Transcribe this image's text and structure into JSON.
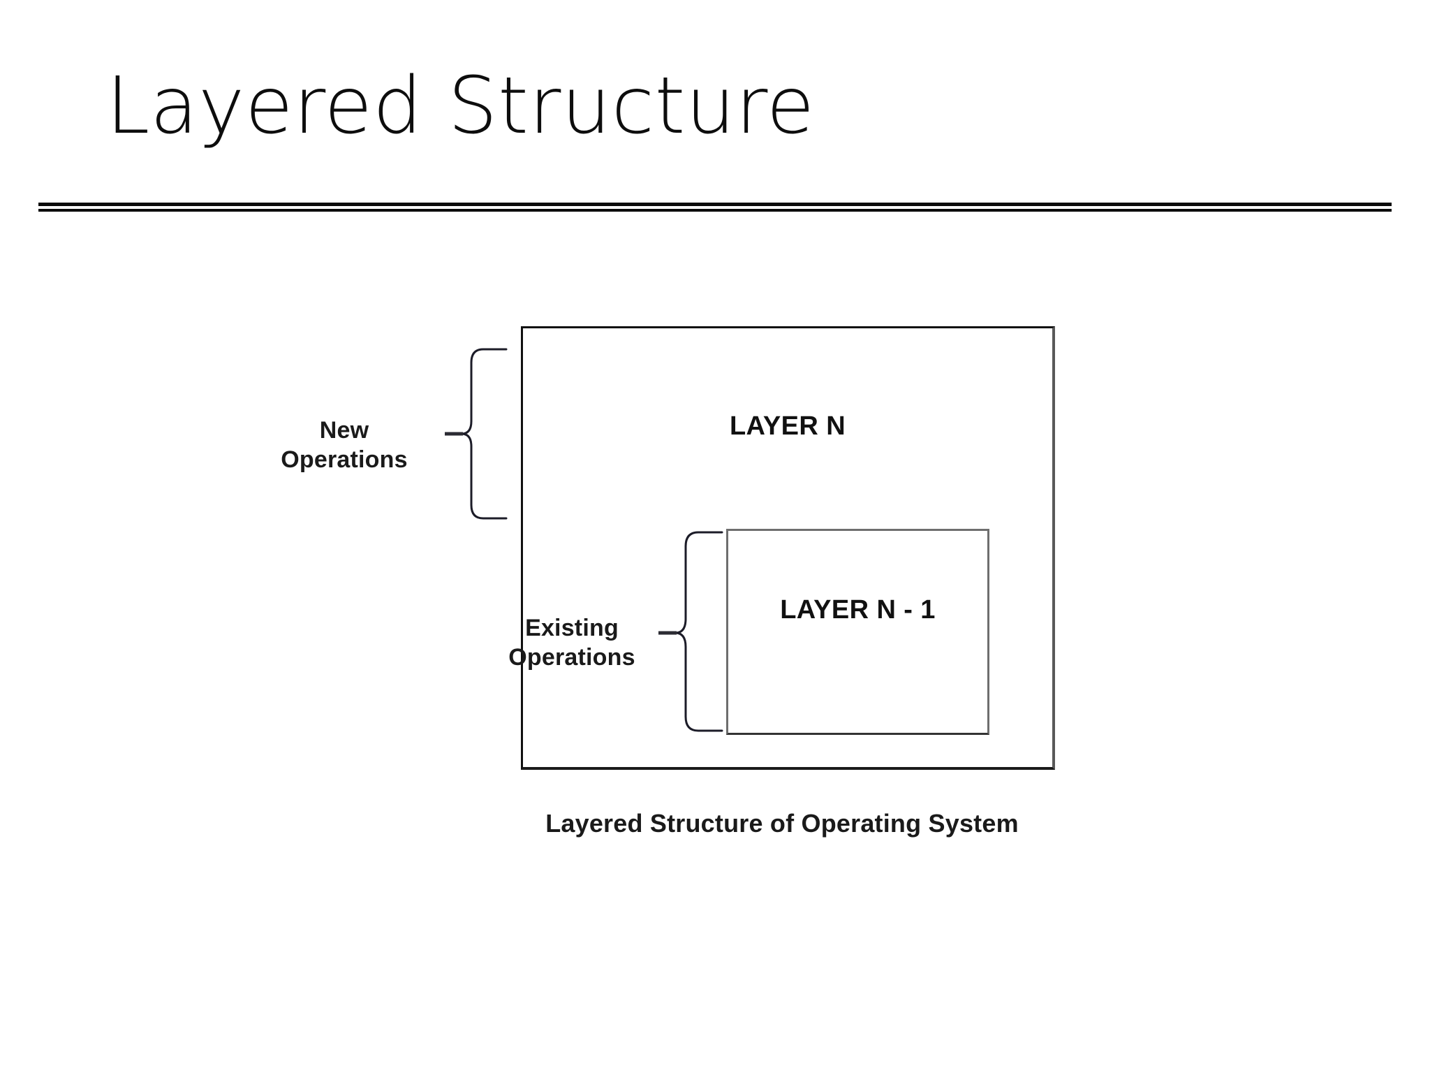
{
  "slide": {
    "title": "Layered Structure",
    "background_color": "#ffffff",
    "text_color": "#0d0d0d"
  },
  "divider": {
    "name": "double-rule",
    "color": "#0b0b0b"
  },
  "figure": {
    "caption": "Layered Structure of Operating System",
    "outer_box": {
      "label": "LAYER N",
      "border_color": "#111111"
    },
    "inner_box": {
      "label": "LAYER N - 1",
      "border_color": "#6e6e6e"
    },
    "annotations": [
      {
        "name": "new-operations",
        "line1": "New",
        "line2": "Operations",
        "brace_icon": "curly-brace-icon"
      },
      {
        "name": "existing-operations",
        "line1": "Existing",
        "line2": "Operations",
        "brace_icon": "curly-brace-icon"
      }
    ]
  }
}
